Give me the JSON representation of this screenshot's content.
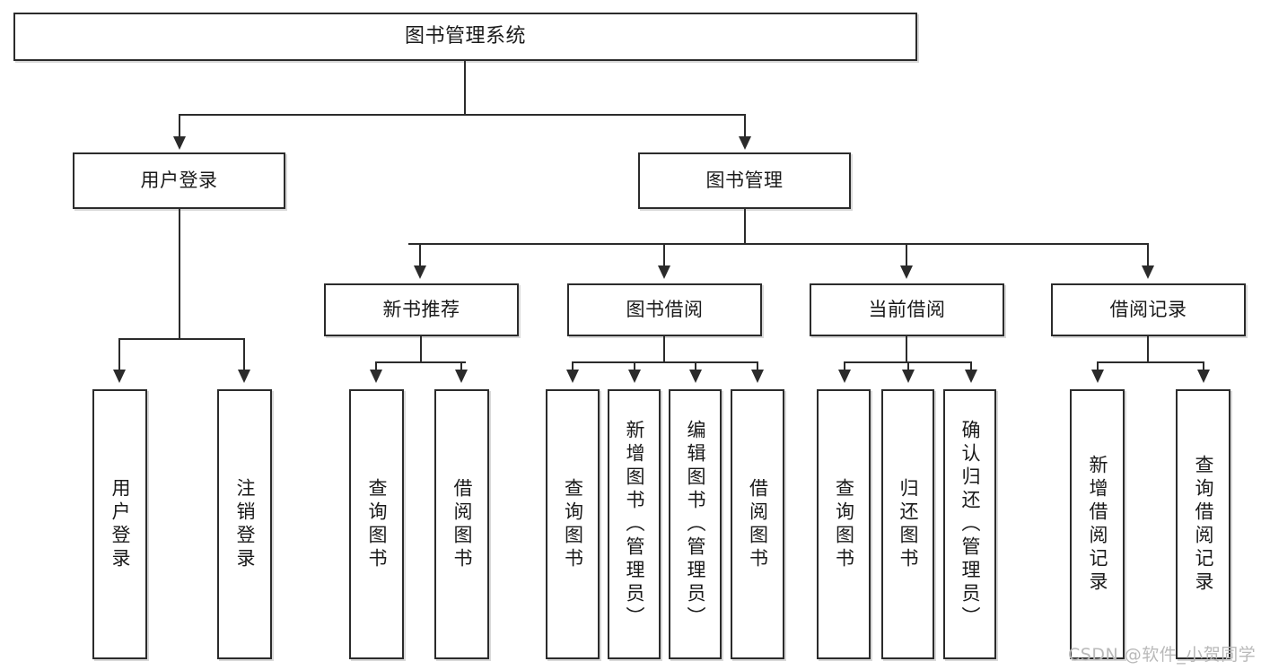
{
  "diagram": {
    "title": "图书管理系统",
    "type": "hierarchy-tree",
    "levels": 4,
    "colors": {
      "box_border": "#2b2b2b",
      "box_fill": "#ffffff",
      "connector": "#2b2b2b",
      "text": "#1a1a1a",
      "watermark": "#b9b9b9",
      "background": "#ffffff"
    },
    "root": {
      "label": "图书管理系统"
    },
    "level2": [
      {
        "label": "用户登录"
      },
      {
        "label": "图书管理"
      }
    ],
    "level3": [
      {
        "label": "新书推荐"
      },
      {
        "label": "图书借阅"
      },
      {
        "label": "当前借阅"
      },
      {
        "label": "借阅记录"
      }
    ],
    "leaves": {
      "user_login": [
        {
          "label": "用户登录"
        },
        {
          "label": "注销登录"
        }
      ],
      "new_book_recommend": [
        {
          "label": "查询图书"
        },
        {
          "label": "借阅图书"
        }
      ],
      "book_borrow": [
        {
          "label": "查询图书"
        },
        {
          "label": "新增图书（管理员）"
        },
        {
          "label": "编辑图书（管理员）"
        },
        {
          "label": "借阅图书"
        }
      ],
      "current_borrow": [
        {
          "label": "查询图书"
        },
        {
          "label": "归还图书"
        },
        {
          "label": "确认归还（管理员）"
        }
      ],
      "borrow_record": [
        {
          "label": "新增借阅记录"
        },
        {
          "label": "查询借阅记录"
        }
      ]
    }
  },
  "watermark": {
    "text": "CSDN @软件_小贺同学"
  }
}
